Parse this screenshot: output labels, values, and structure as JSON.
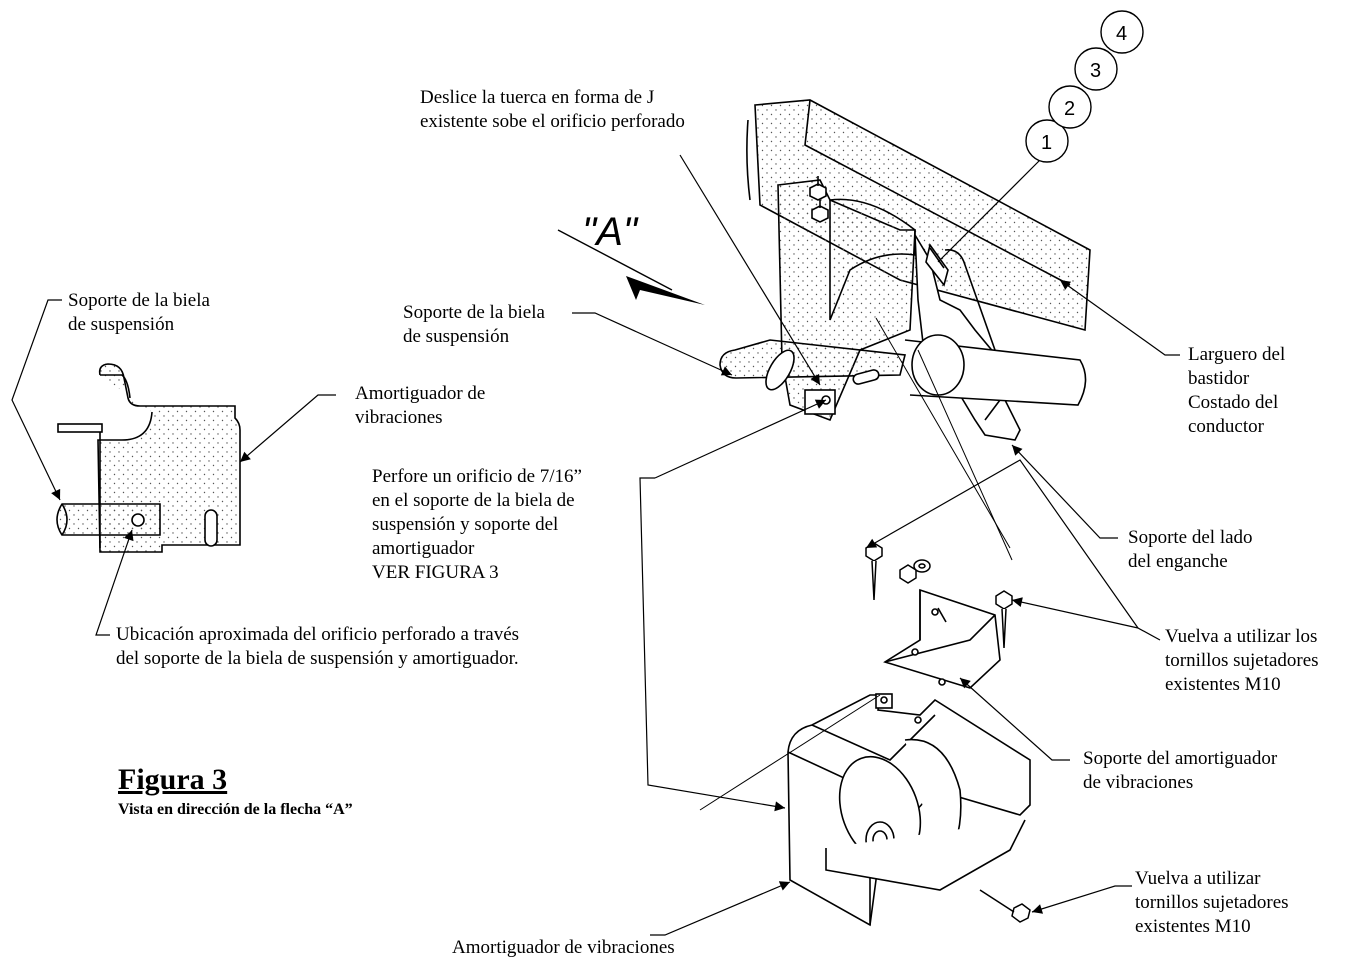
{
  "labels": {
    "j_nut": "Deslice la tuerca en forma de J\nexistente sobe el orificio perforado",
    "hanger_left": "Soporte de la biela\nde suspensión",
    "hanger_main": "Soporte de la biela\nde suspensión",
    "damper_left": "Amortiguador de\nvibraciones",
    "drill": "Perfore un orificio de 7/16”\nen el soporte de la biela de\nsuspensión y soporte del\namortiguador\nVER FIGURA 3",
    "location": "Ubicación aproximada del orificio perforado a través\ndel soporte de la biela de suspensión y amortiguador.",
    "frame_rail": "Larguero del\nbastidor\nCostado del\nconductor",
    "hitch_side": "Soporte del lado\ndel enganche",
    "reuse_bolts": "Vuelva a utilizar los\ntornillos sujetadores\nexistentes M10",
    "damper_bracket": "Soporte del amortiguador\nde vibraciones",
    "reuse_bolts_2": "Vuelva a utilizar\ntornillos sujetadores\nexistentes M10",
    "damper_bottom": "Amortiguador de vibraciones"
  },
  "view_arrow": "\"A\"",
  "callouts": [
    "1",
    "2",
    "3",
    "4"
  ],
  "figure": {
    "title": "Figura 3",
    "subtitle": "Vista en dirección de la flecha “A”"
  }
}
